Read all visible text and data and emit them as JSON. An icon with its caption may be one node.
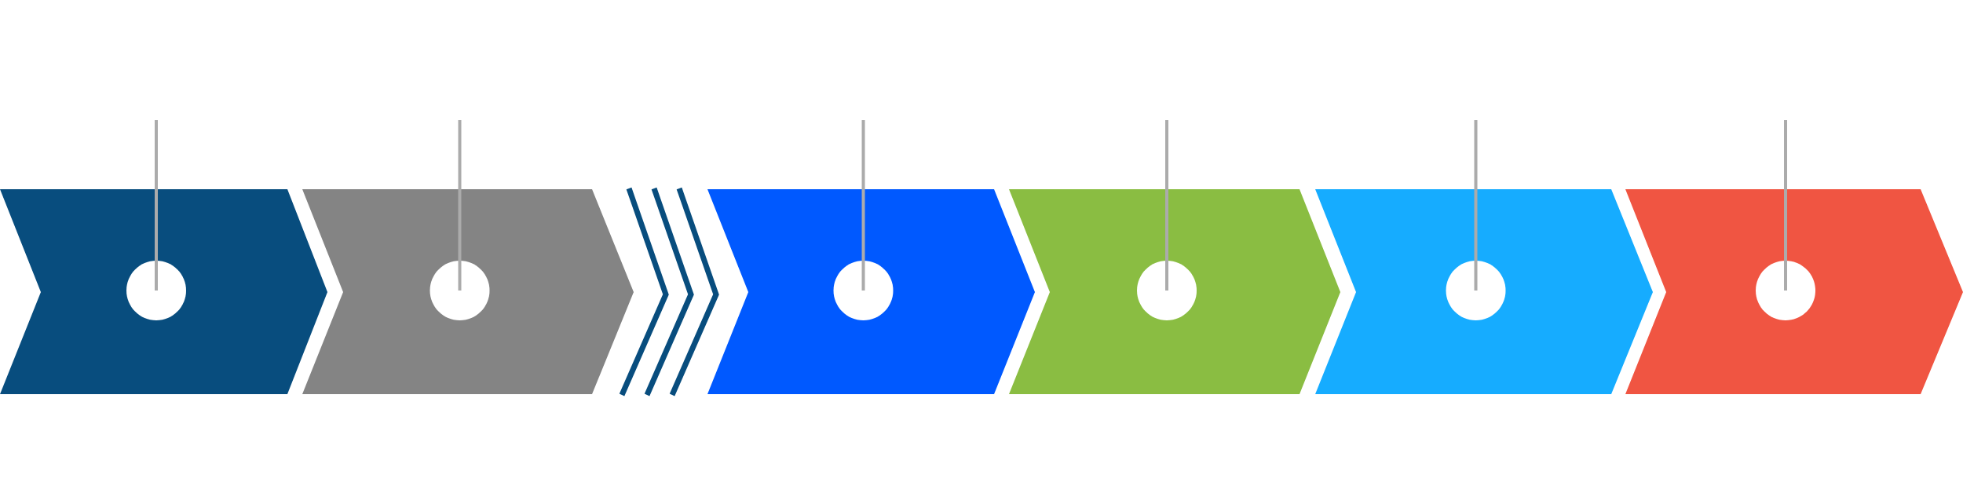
{
  "diagram": {
    "nodes": [
      {
        "text": [],
        "shape": "chevron"
      },
      {
        "text": [],
        "shape": "circle",
        "in": 0
      },
      {
        "text": [],
        "shape": "chevron"
      },
      {
        "text": [],
        "shape": "circle",
        "in": 2
      },
      {
        "text": [],
        "shape": "chevron"
      },
      {
        "text": [],
        "shape": "circle",
        "in": 4
      },
      {
        "text": [],
        "shape": "chevron"
      },
      {
        "text": [],
        "shape": "circle",
        "in": 6
      },
      {
        "text": [],
        "shape": "chevron"
      },
      {
        "text": [],
        "shape": "circle",
        "in": 8
      },
      {
        "text": [],
        "shape": "chevron"
      },
      {
        "text": [],
        "shape": "circle",
        "in": 10
      }
    ],
    "edges": [
      {
        "from": null,
        "to": 1,
        "arrow": "none"
      },
      {
        "from": null,
        "to": 3,
        "arrow": "none"
      },
      {
        "from": null,
        "to": 5,
        "arrow": "none"
      },
      {
        "from": null,
        "to": 7,
        "arrow": "none"
      },
      {
        "from": null,
        "to": 9,
        "arrow": "none"
      },
      {
        "from": null,
        "to": 11,
        "arrow": "none"
      }
    ]
  }
}
